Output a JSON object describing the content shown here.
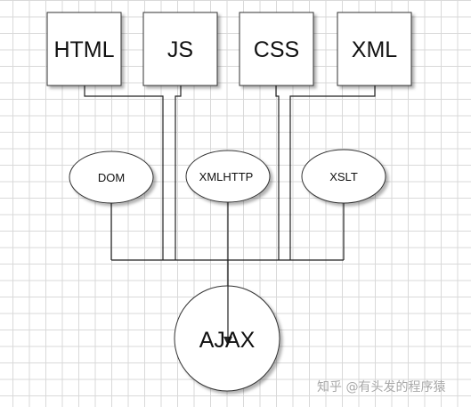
{
  "diagram": {
    "tech_boxes": [
      "HTML",
      "JS",
      "CSS",
      "XML"
    ],
    "objects": [
      "DOM",
      "XMLHTTP",
      "XSLT"
    ],
    "result": "AJAX"
  },
  "watermark": "知乎 @有头发的程序猿",
  "colors": {
    "line": "#222222",
    "box_fill": "#ffffff",
    "grid": "#d9d9d9",
    "watermark": "#a8a8a8"
  }
}
